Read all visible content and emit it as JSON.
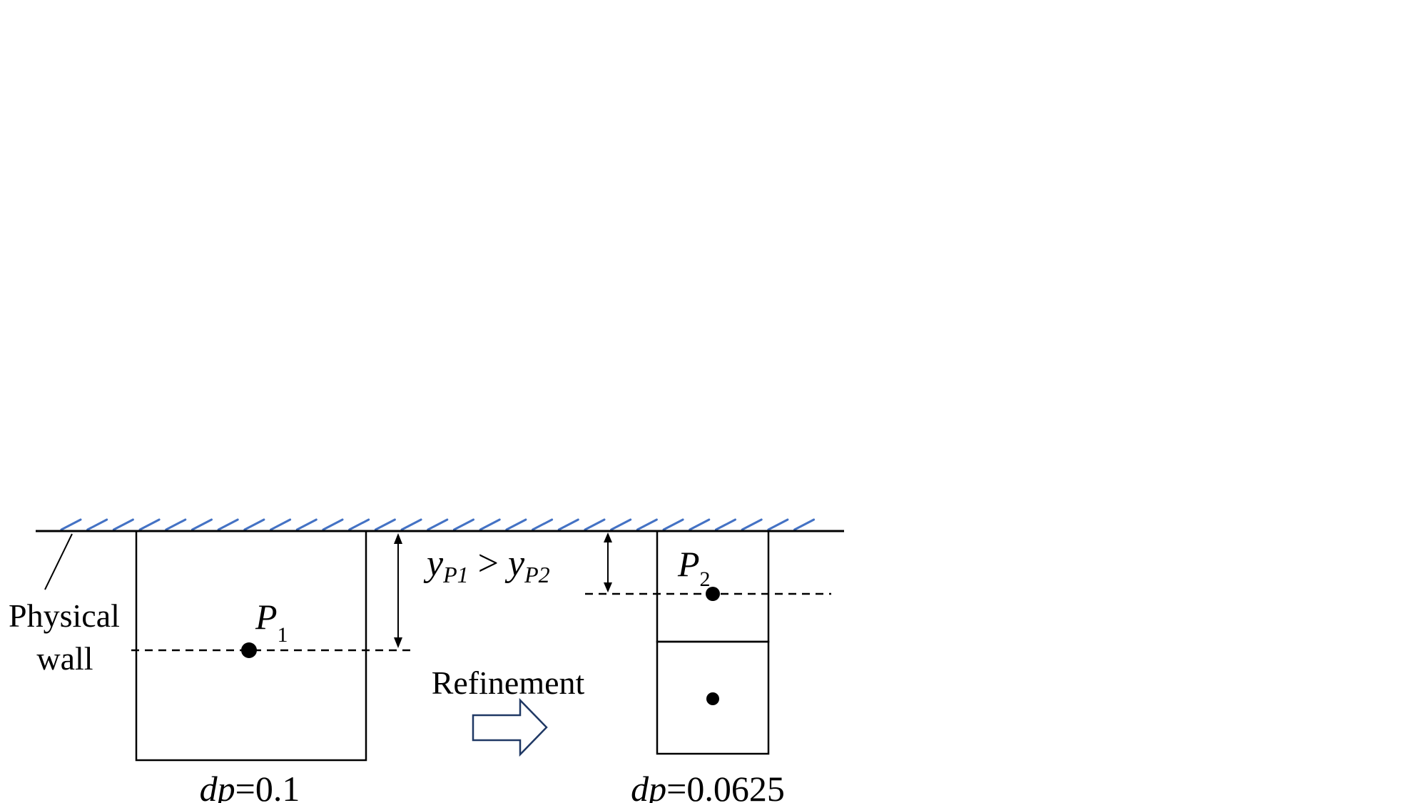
{
  "labels": {
    "physical_wall_line1": "Physical",
    "physical_wall_line2": "wall",
    "refinement": "Refinement",
    "p1_letter": "P",
    "p1_sub": "1",
    "p2_letter": "P",
    "p2_sub": "2",
    "relation_y1": "y",
    "relation_sub1": "P1",
    "relation_op": " > ",
    "relation_y2": "y",
    "relation_sub2": "P2",
    "dp_left_var": "dp",
    "dp_left_val": "=0.1",
    "dp_right_var": "dp",
    "dp_right_val": "=0.0625"
  },
  "colors": {
    "wall_hatch": "#4472C4",
    "lines": "#000000",
    "arrow_outline": "#1F3864"
  },
  "icons": {
    "refinement_arrow": "block-arrow-right"
  }
}
